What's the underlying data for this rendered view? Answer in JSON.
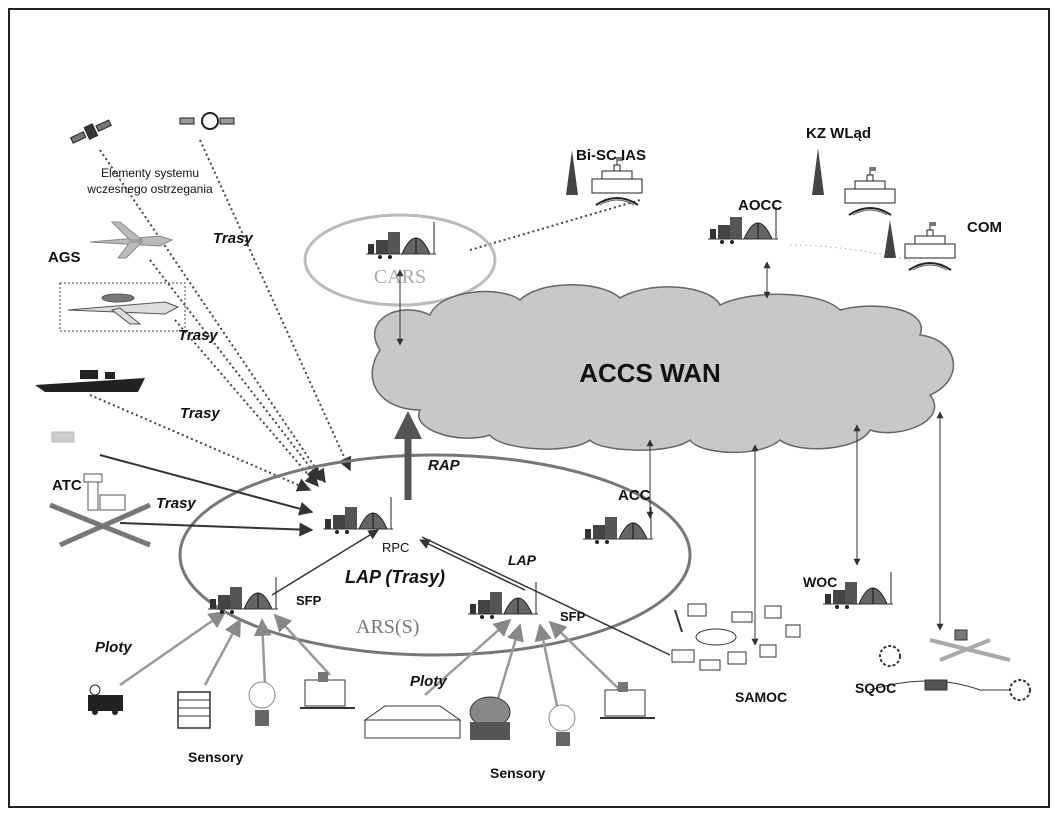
{
  "labels": {
    "early_warning_line1": "Elementy systemu",
    "early_warning_line2": "wczesnego ostrzegania",
    "bisc_ias": "Bi-SC IAS",
    "kz_wlad": "KZ WLąd",
    "aocc": "AOCC",
    "com": "COM",
    "cars": "CARS",
    "accs_wan": "ACCS WAN",
    "ags": "AGS",
    "trasy_1": "Trasy",
    "trasy_2": "Trasy",
    "trasy_3": "Trasy",
    "trasy_4": "Trasy",
    "rap": "RAP",
    "atc": "ATC",
    "acc": "ACC",
    "lap_small": "LAP",
    "rpc": "RPC",
    "lap_trasy": "LAP (Trasy)",
    "sfp_left": "SFP",
    "sfp_right": "SFP",
    "ars": "ARS(S)",
    "woc": "WOC",
    "ploty_1": "Ploty",
    "ploty_2": "Ploty",
    "samoc": "SAMOC",
    "sqoc": "SQOC",
    "sensory_1": "Sensory",
    "sensory_2": "Sensory"
  },
  "colors": {
    "cloud_fill": "#c8c8c8",
    "cloud_stroke": "#666666",
    "ellipse_stroke": "#777777",
    "cars_stroke": "#bbbbbb",
    "arrow_dark": "#333333",
    "arrow_grey": "#888888",
    "dotted": "#444444"
  }
}
